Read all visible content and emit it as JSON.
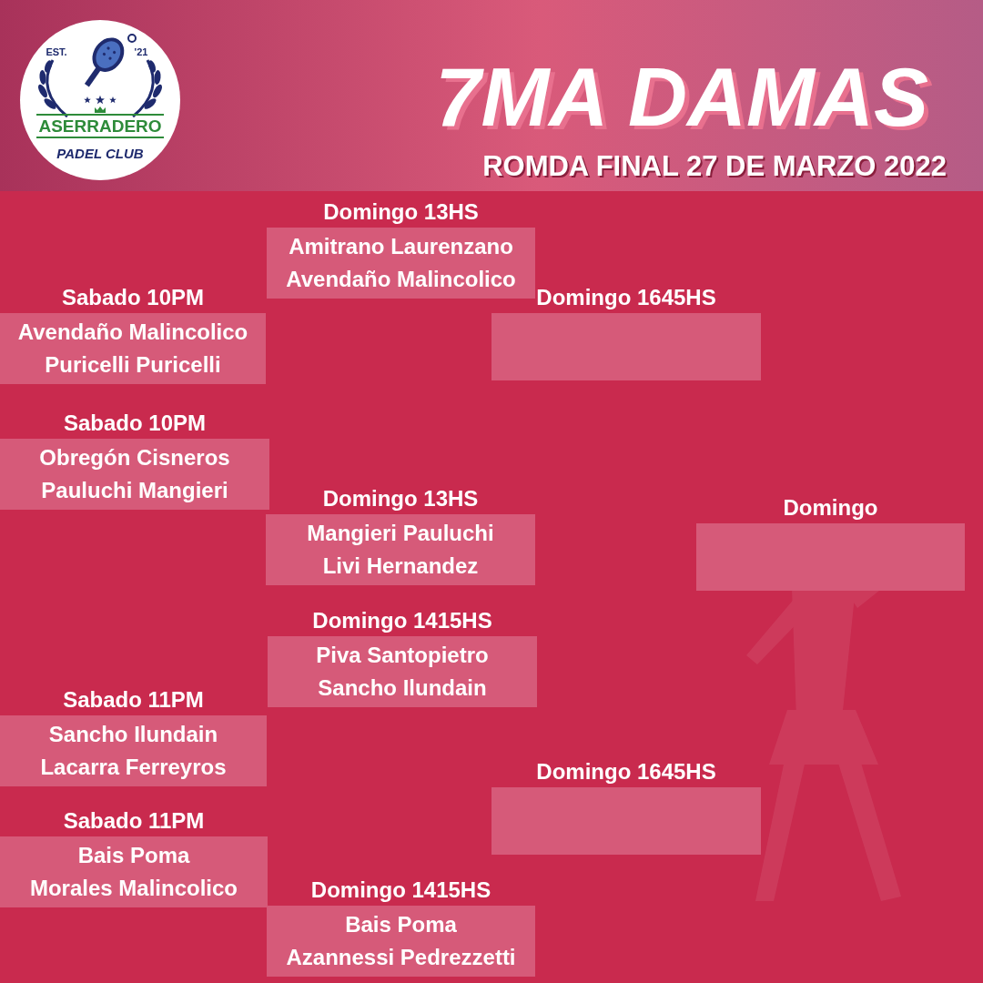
{
  "diagram": {
    "title": "7MA DAMAS",
    "nodes": [
      {
        "text": [
          "EST.",
          "'21",
          "ASERRADERO",
          "PADEL CLUB"
        ]
      },
      {
        "text": [
          "Domingo 13HS",
          "Amitrano Laurenzano",
          "Avendaño Malincolico"
        ]
      },
      {
        "text": [
          "Sabado 10PM",
          "Avendaño Malincolico",
          "Puricelli Puricelli"
        ]
      },
      {
        "text": [
          "Domingo 1645HS"
        ]
      },
      {
        "text": [
          "Sabado 10PM",
          "Obregón Cisneros",
          "Pauluchi Mangieri"
        ]
      },
      {
        "text": [
          "Domingo 13HS",
          "Mangieri Pauluchi",
          "Livi Hernandez"
        ]
      },
      {
        "text": [
          "Domingo"
        ]
      },
      {
        "text": [
          "Domingo 1415HS",
          "Piva Santopietro",
          "Sancho Ilundain"
        ]
      },
      {
        "text": [
          "Sabado 11PM",
          "Sancho Ilundain",
          "Lacarra Ferreyros"
        ]
      },
      {
        "text": [
          "Domingo 1645HS"
        ]
      },
      {
        "text": [
          "Sabado 11PM",
          "Bais Poma",
          "Morales Malincolico"
        ]
      },
      {
        "text": [
          "Domingo 1415HS",
          "Bais Poma",
          "Azannessi Pedrezzetti"
        ]
      }
    ],
    "labels": [
      "ROMDA FINAL 27 DE MARZO 2022"
    ]
  }
}
